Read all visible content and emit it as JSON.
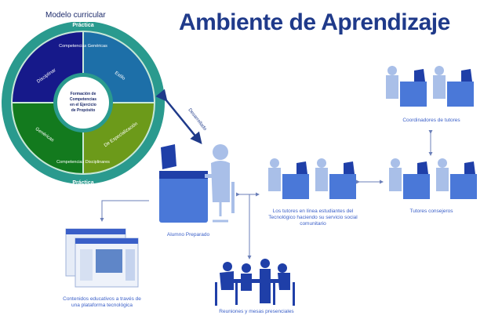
{
  "title": "Ambiente de Aprendizaje",
  "model": {
    "label": "Modelo curricular",
    "ring_top": "Práctica",
    "ring_bottom": "Práctica",
    "arc_top": "Competencias Genéricas",
    "arc_bottom": "Competencias Disciplinares",
    "quadrants": [
      {
        "label": "Disciplinar",
        "color": "#16198a"
      },
      {
        "label": "Estilo",
        "color": "#1d6fa8"
      },
      {
        "label": "Genéricas",
        "color": "#137a1e"
      },
      {
        "label": "De Especialización",
        "color": "#6c9a1a"
      }
    ],
    "center": "Formación de Competencias en el Ejercicio de Propósito",
    "ring_color": "#2a9a8e"
  },
  "arrow_label": "Desarrollado",
  "nodes": {
    "student": "Alumno Preparado",
    "tutors_online": "Los tutores en línea estudiantes del Tecnológico haciendo su servicio social comunitario",
    "coordinators": "Coordinadores de tutores",
    "tutor_counselors": "Tutores consejeros",
    "contents": "Contenidos educativos a través de una plataforma tecnológica",
    "meetings": "Reuniones y mesas presenciales"
  },
  "colors": {
    "title": "#1f3a8a",
    "desk": "#4a78d8",
    "desk_dark": "#1f3fa8",
    "person": "#a9bfe8",
    "arrow": "#6b7fb8"
  }
}
